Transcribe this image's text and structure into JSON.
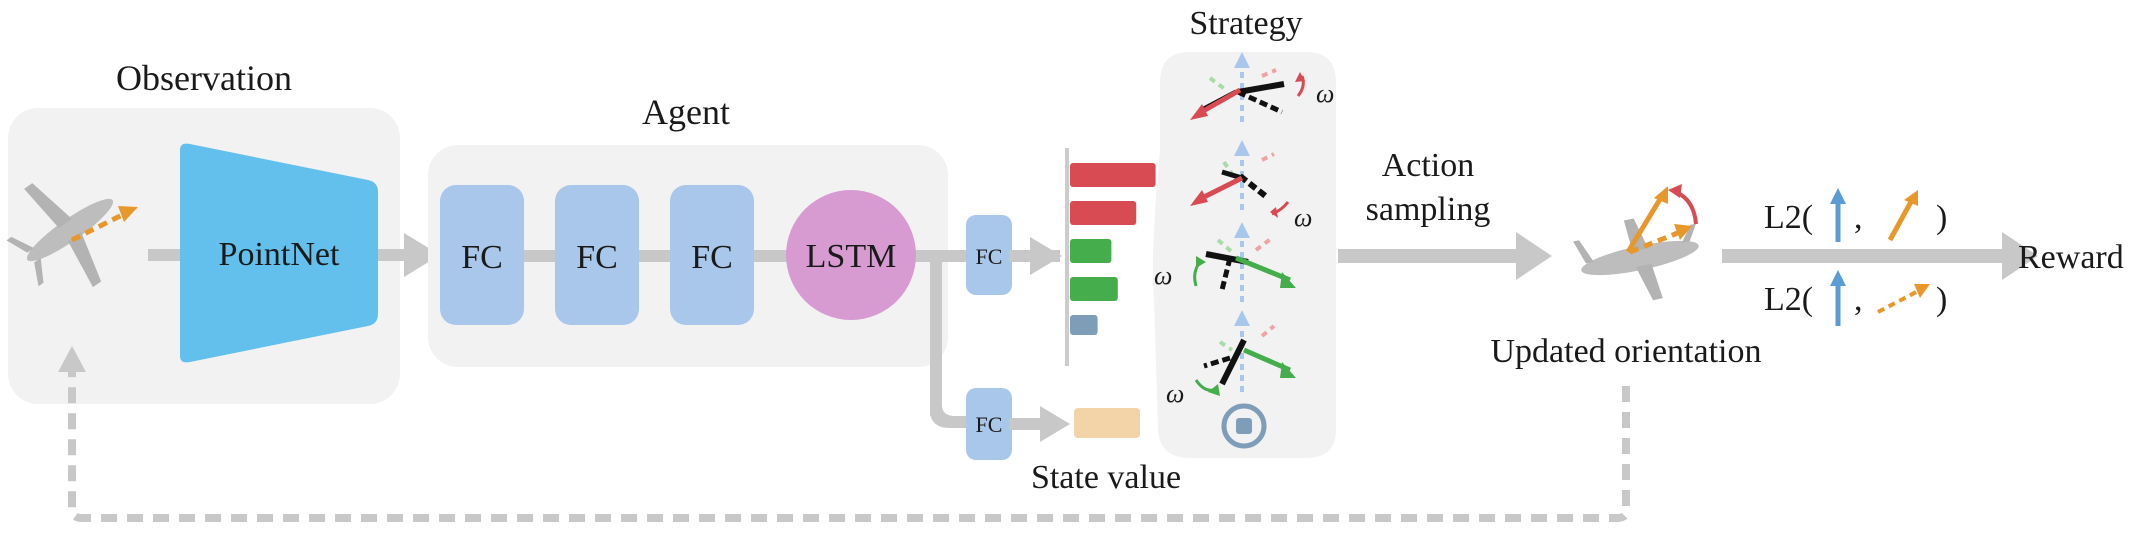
{
  "labels": {
    "observation": "Observation",
    "agent": "Agent",
    "strategy": "Strategy",
    "pointnet": "PointNet",
    "fc": "FC",
    "lstm": "LSTM",
    "action_line1": "Action",
    "action_line2": "sampling",
    "updated_orientation": "Updated orientation",
    "state_value": "State value",
    "reward": "Reward",
    "l2_open": "L2(",
    "comma": ",",
    "close_paren": ")",
    "omega": "ω"
  },
  "colors": {
    "panel": "#f2f2f2",
    "pointnet": "#63c0ec",
    "fc": "#a9c7ea",
    "lstm": "#d79bd2",
    "arrow_gray": "#c8c8c8",
    "red": "#d94b52",
    "green": "#45ad4c",
    "steel": "#7d9db8",
    "value_bar": "#f3d3a8",
    "orange": "#e8972a",
    "blue": "#5b9bd6"
  },
  "strategy_bars": [
    {
      "color_key": "red",
      "level": 0.93
    },
    {
      "color_key": "red",
      "level": 0.72
    },
    {
      "color_key": "green",
      "level": 0.45
    },
    {
      "color_key": "green",
      "level": 0.52
    },
    {
      "color_key": "steel",
      "level": 0.3
    }
  ]
}
